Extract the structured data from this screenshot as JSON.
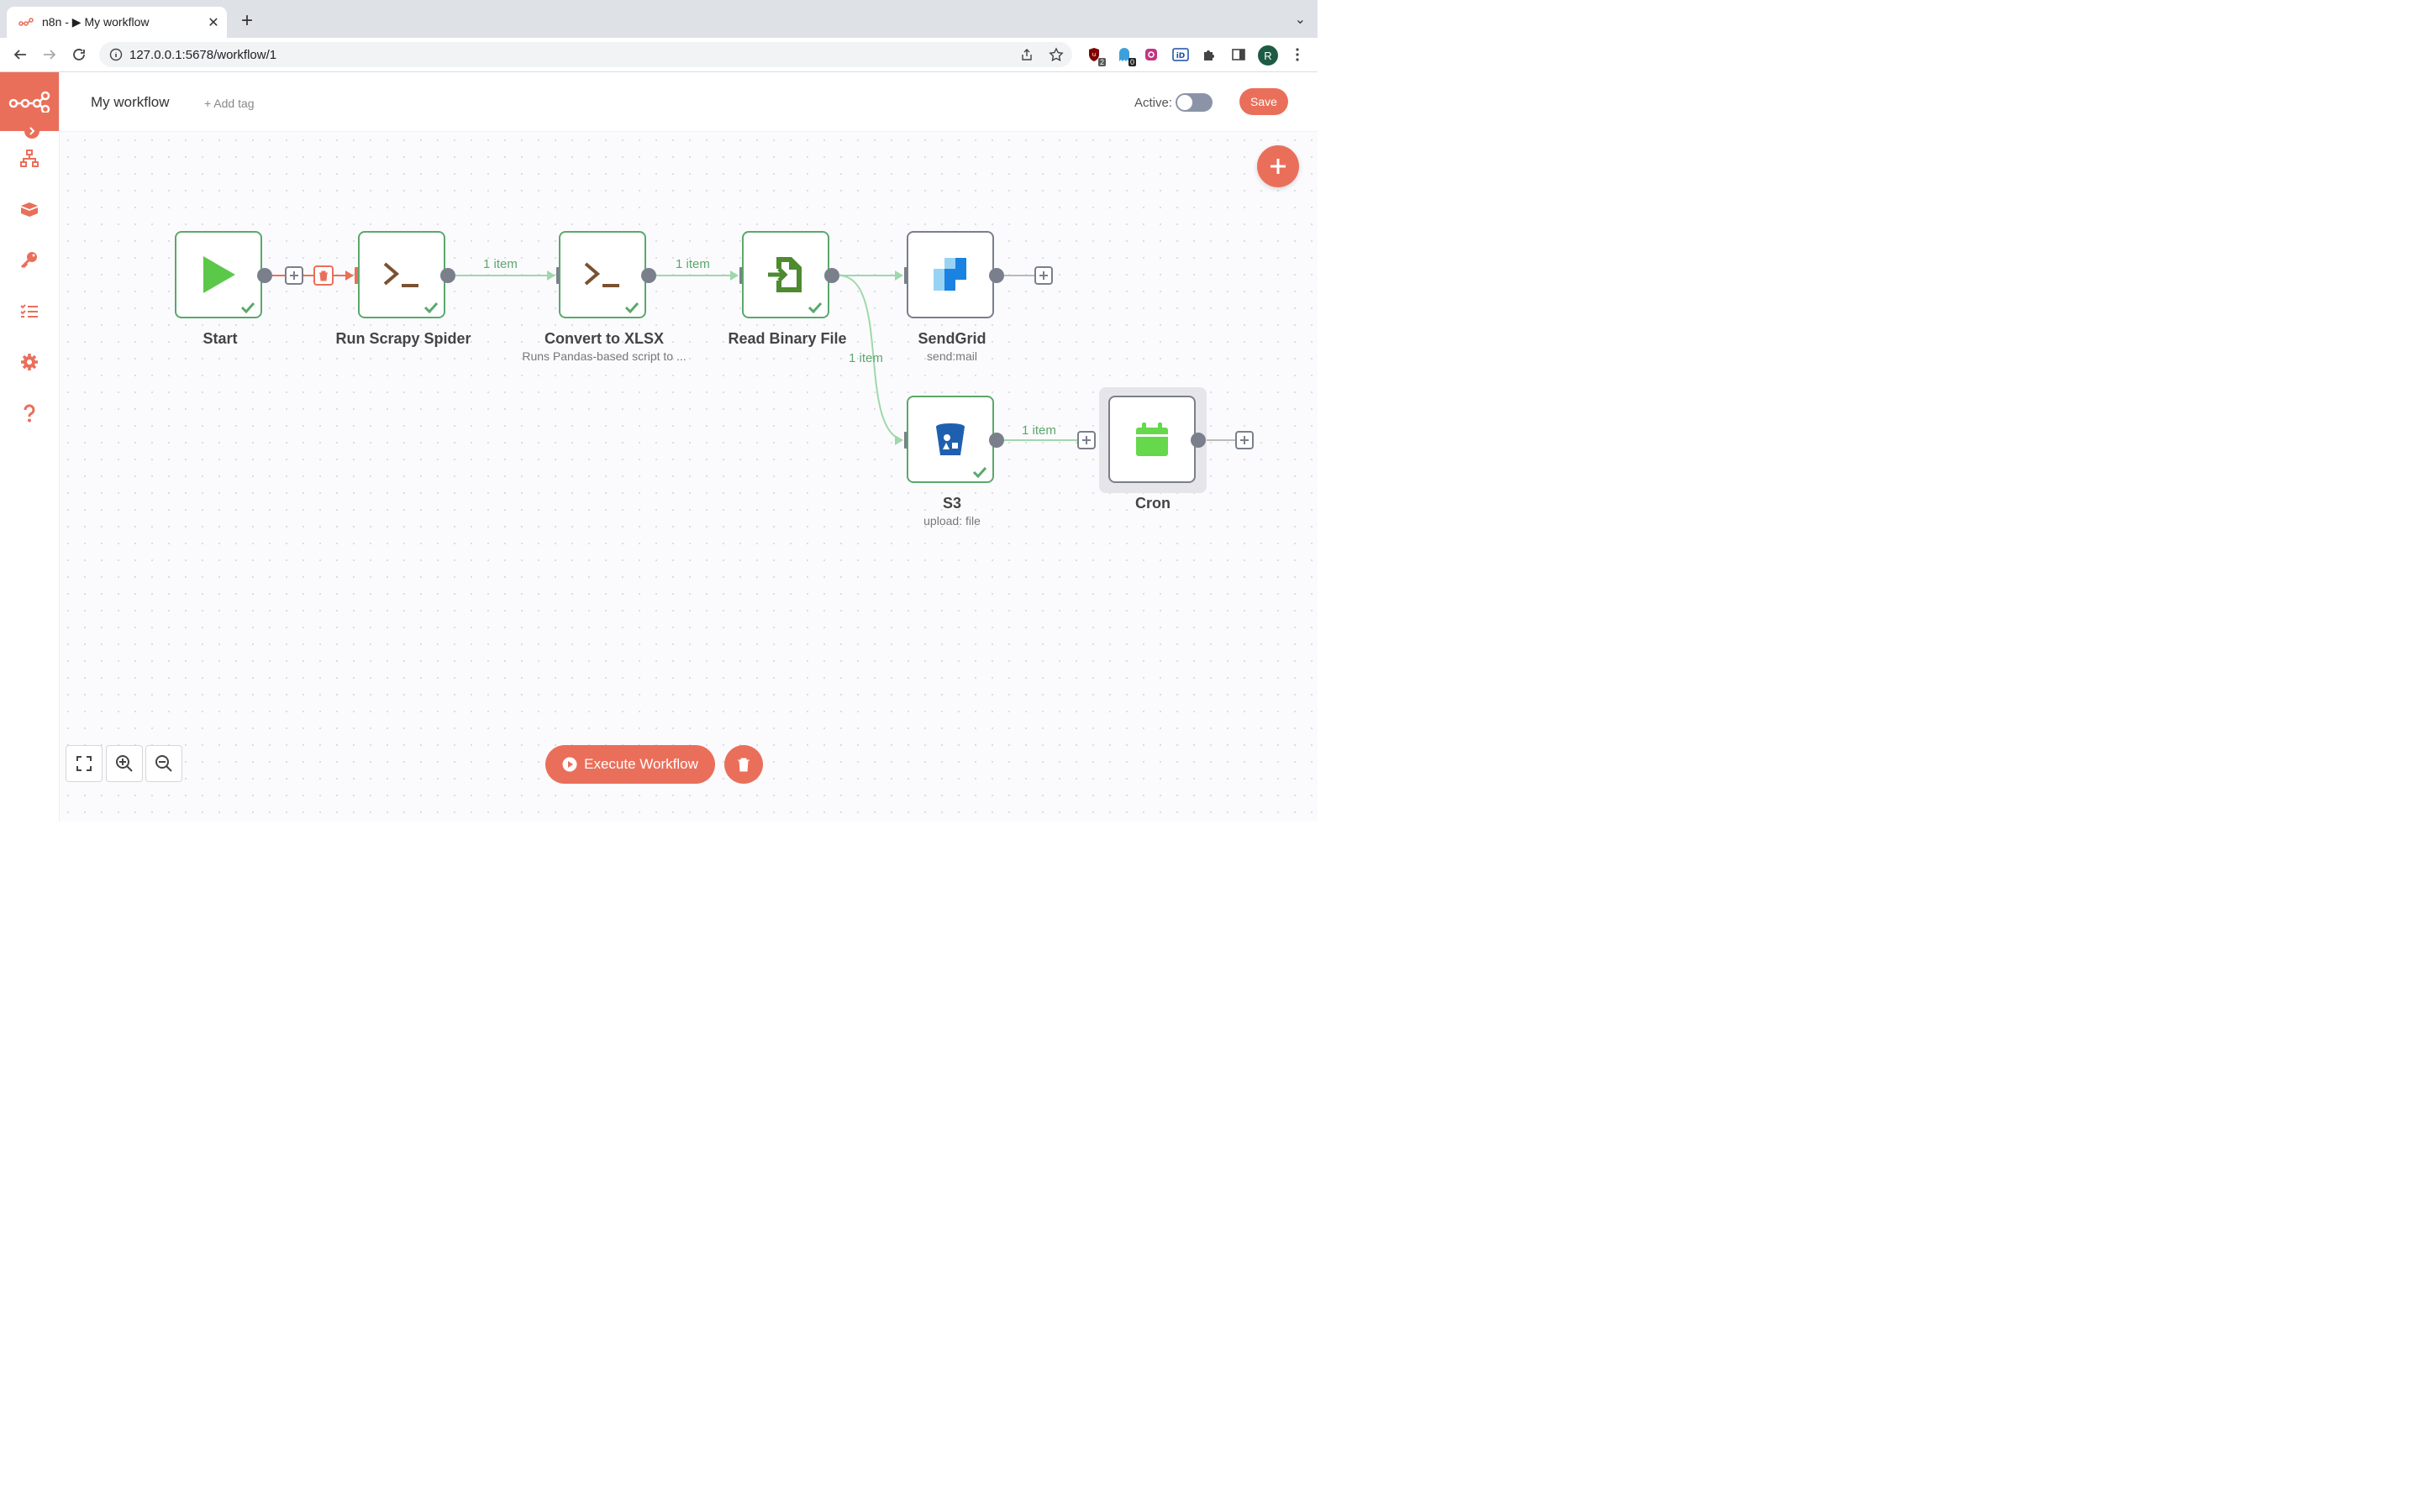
{
  "browser": {
    "tab_title": "n8n - ▶ My workflow",
    "url": "127.0.0.1:5678/workflow/1",
    "profile_initial": "R",
    "ext_badge_1": "2",
    "ext_badge_2": "0"
  },
  "header": {
    "workflow_name": "My workflow",
    "add_tag": "+ Add tag",
    "active_label": "Active:",
    "active": false,
    "save_label": "Save"
  },
  "nodes": {
    "start": {
      "name": "Start",
      "sub": ""
    },
    "scrapy": {
      "name": "Run Scrapy Spider",
      "sub": ""
    },
    "xlsx": {
      "name": "Convert to XLSX",
      "sub": "Runs Pandas-based script to ..."
    },
    "binary": {
      "name": "Read Binary File",
      "sub": ""
    },
    "sendgrid": {
      "name": "SendGrid",
      "sub": "send:mail"
    },
    "s3": {
      "name": "S3",
      "sub": "upload: file"
    },
    "cron": {
      "name": "Cron",
      "sub": ""
    }
  },
  "edges": {
    "scrapy_xlsx": "1 item",
    "xlsx_binary": "1 item",
    "binary_s3": "1 item",
    "s3_out": "1 item"
  },
  "footer": {
    "execute_label": "Execute Workflow"
  },
  "colors": {
    "brand": "#ea6f5a",
    "success": "#5aa86b",
    "neutral": "#7a7f8c"
  }
}
